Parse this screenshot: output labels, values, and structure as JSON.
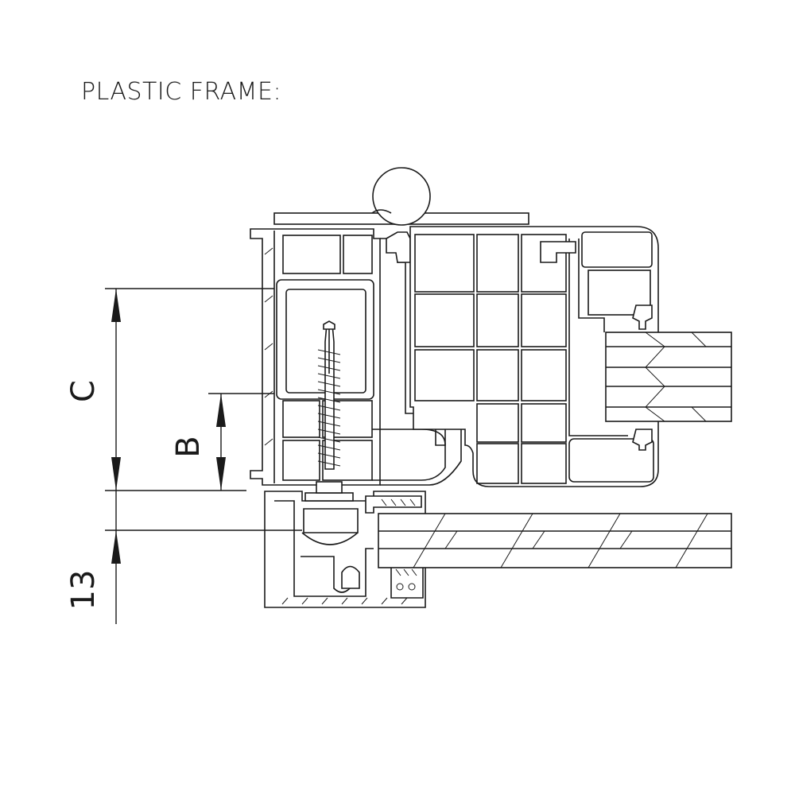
{
  "title": "PLASTIC FRAME:",
  "dimensions": {
    "c_label": "C",
    "b_label": "B",
    "offset_label": "13"
  },
  "colors": {
    "line": "#1a1a1a",
    "background": "#ffffff"
  }
}
